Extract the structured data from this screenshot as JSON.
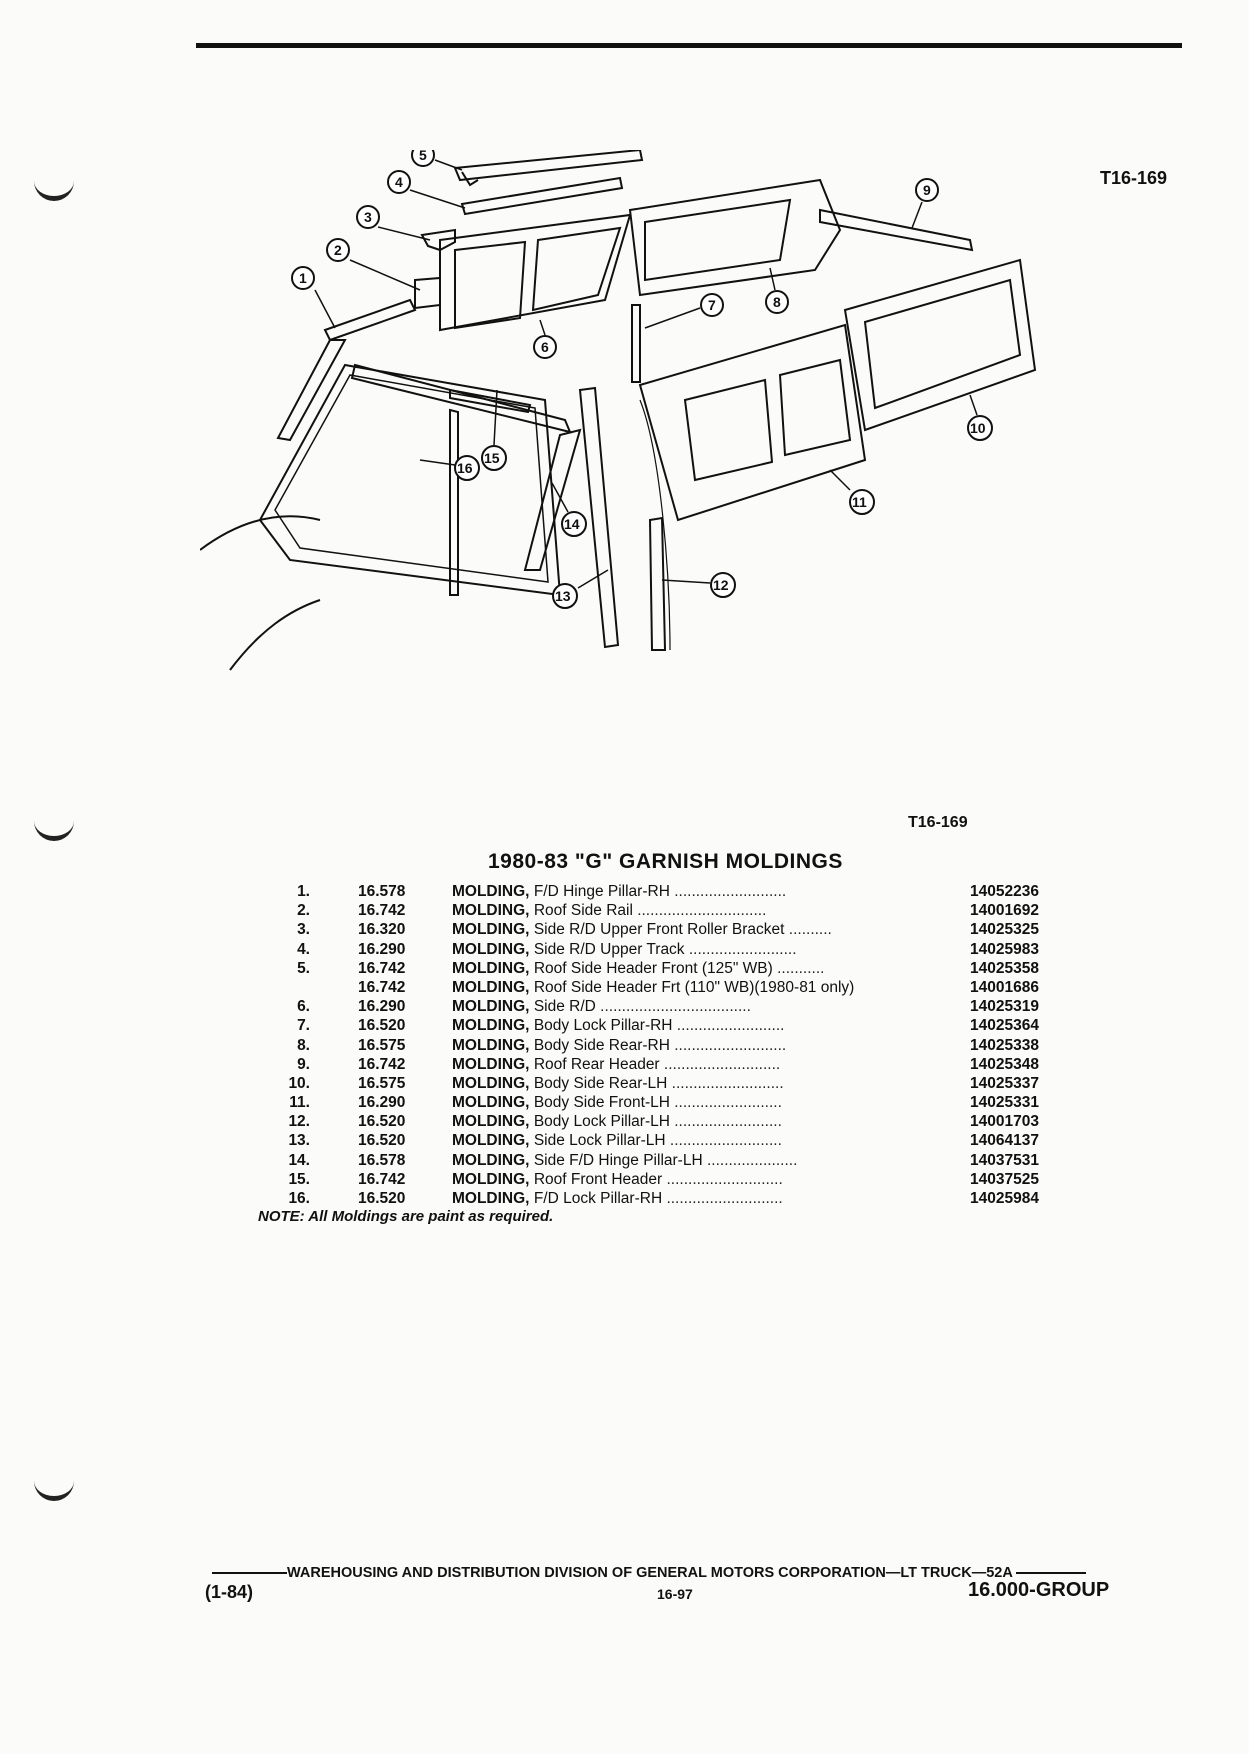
{
  "figure_ref_top": "T16-169",
  "figure_ref_bottom": "T16-169",
  "title": "1980-83 \"G\" GARNISH MOLDINGS",
  "callouts": [
    "1",
    "2",
    "3",
    "4",
    "5",
    "6",
    "7",
    "8",
    "9",
    "10",
    "11",
    "12",
    "13",
    "14",
    "15",
    "16"
  ],
  "parts": [
    {
      "num": "1.",
      "group": "16.578",
      "name": "MOLDING,",
      "desc": "F/D Hinge Pillar-RH",
      "dots": " ..........................",
      "part": "14052236"
    },
    {
      "num": "2.",
      "group": "16.742",
      "name": "MOLDING,",
      "desc": "Roof Side Rail",
      "dots": " ..............................",
      "part": "14001692"
    },
    {
      "num": "3.",
      "group": "16.320",
      "name": "MOLDING,",
      "desc": "Side R/D Upper Front Roller Bracket",
      "dots": " ..........",
      "part": "14025325"
    },
    {
      "num": "4.",
      "group": "16.290",
      "name": "MOLDING,",
      "desc": "Side R/D Upper Track",
      "dots": " .........................",
      "part": "14025983"
    },
    {
      "num": "5.",
      "group": "16.742",
      "name": "MOLDING,",
      "desc": "Roof Side Header Front (125\" WB)",
      "dots": " ...........",
      "part": "14025358"
    },
    {
      "num": "",
      "group": "16.742",
      "name": "MOLDING,",
      "desc": "Roof Side Header Frt (110\" WB)(1980-81 only)",
      "dots": "",
      "part": "14001686"
    },
    {
      "num": "6.",
      "group": "16.290",
      "name": "MOLDING,",
      "desc": "Side R/D",
      "dots": " ...................................",
      "part": "14025319"
    },
    {
      "num": "7.",
      "group": "16.520",
      "name": "MOLDING,",
      "desc": "Body Lock Pillar-RH",
      "dots": " .........................",
      "part": "14025364"
    },
    {
      "num": "8.",
      "group": "16.575",
      "name": "MOLDING,",
      "desc": "Body Side Rear-RH",
      "dots": " ..........................",
      "part": "14025338"
    },
    {
      "num": "9.",
      "group": "16.742",
      "name": "MOLDING,",
      "desc": "Roof Rear Header",
      "dots": " ...........................",
      "part": "14025348"
    },
    {
      "num": "10.",
      "group": "16.575",
      "name": "MOLDING,",
      "desc": "Body Side Rear-LH",
      "dots": " ..........................",
      "part": "14025337"
    },
    {
      "num": "11.",
      "group": "16.290",
      "name": "MOLDING,",
      "desc": "Body Side Front-LH",
      "dots": " .........................",
      "part": "14025331"
    },
    {
      "num": "12.",
      "group": "16.520",
      "name": "MOLDING,",
      "desc": "Body Lock Pillar-LH",
      "dots": " .........................",
      "part": "14001703"
    },
    {
      "num": "13.",
      "group": "16.520",
      "name": "MOLDING,",
      "desc": "Side Lock Pillar-LH",
      "dots": " ..........................",
      "part": "14064137"
    },
    {
      "num": "14.",
      "group": "16.578",
      "name": "MOLDING,",
      "desc": "Side F/D Hinge Pillar-LH",
      "dots": " .....................",
      "part": "14037531"
    },
    {
      "num": "15.",
      "group": "16.742",
      "name": "MOLDING,",
      "desc": "Roof Front Header",
      "dots": " ...........................",
      "part": "14037525"
    },
    {
      "num": "16.",
      "group": "16.520",
      "name": "MOLDING,",
      "desc": "F/D Lock Pillar-RH",
      "dots": " ...........................",
      "part": "14025984"
    }
  ],
  "note": "NOTE: All Moldings are paint as required.",
  "footer": {
    "line": "WAREHOUSING AND DISTRIBUTION  DIVISION OF GENERAL MOTORS CORPORATION—LT TRUCK—52A",
    "date": "(1-84)",
    "page": "16-97",
    "group": "16.000-GROUP"
  }
}
